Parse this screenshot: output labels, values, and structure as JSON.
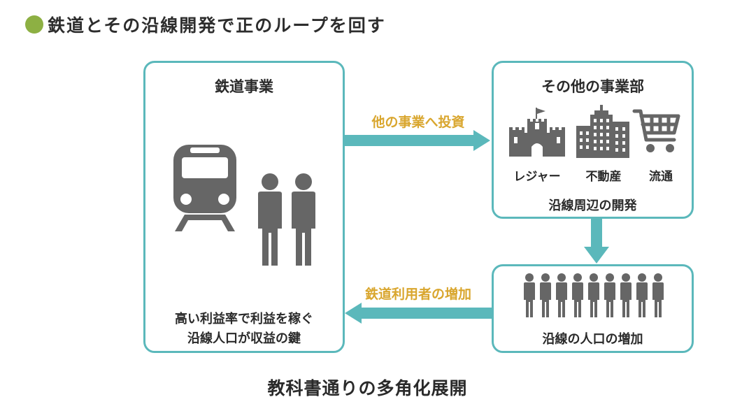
{
  "title": "鉄道とその沿線開発で正のループを回す",
  "boxes": {
    "railway": {
      "heading": "鉄道事業",
      "caption_line1": "高い利益率で利益を稼ぐ",
      "caption_line2": "沿線人口が収益の鍵"
    },
    "other": {
      "heading": "その他の事業部",
      "icon_labels": [
        "レジャー",
        "不動産",
        "流通"
      ],
      "caption": "沿線周辺の開発"
    },
    "population": {
      "caption": "沿線の人口の増加"
    }
  },
  "arrows": {
    "invest": "他の事業へ投資",
    "users": "鉄道利用者の増加"
  },
  "footer": "教科書通りの多角化展開",
  "colors": {
    "teal": "#5bb8bb",
    "gold": "#d9a62e",
    "bullet": "#8db043",
    "icon": "#666666"
  }
}
